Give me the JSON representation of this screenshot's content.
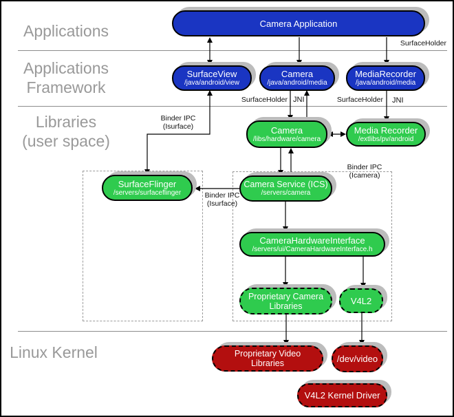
{
  "layers": {
    "applications": {
      "line1": "Applications"
    },
    "applications_framework": {
      "line1": "Applications",
      "line2": "Framework"
    },
    "libraries": {
      "line1": "Libraries",
      "line2": "(user space)"
    },
    "linux_kernel": {
      "line1": "Linux Kernel"
    }
  },
  "boxes": {
    "camera_application": {
      "title": "Camera Application"
    },
    "surface_view": {
      "title": "SurfaceView",
      "subtitle": "/java/android/view"
    },
    "camera_java": {
      "title": "Camera",
      "subtitle": "/java/android/media"
    },
    "media_recorder_java": {
      "title": "MediaRecorder",
      "subtitle": "/java/android/media"
    },
    "camera_native": {
      "title": "Camera",
      "subtitle": "/libs/hardware/camera"
    },
    "media_recorder_native": {
      "title": "Media Recorder",
      "subtitle": "/extlibs/pv/android"
    },
    "surface_flinger": {
      "title": "SurfaceFlinger",
      "subtitle": "/servers/surfaceflinger"
    },
    "camera_service": {
      "title": "Camera Service (ICS)",
      "subtitle": "/servers/camera"
    },
    "camera_hardware_interface": {
      "title": "CameraHardwareInterface",
      "subtitle": "/servers/ui/CameraHardwareInterface.h"
    },
    "proprietary_camera_libraries": {
      "title": "Proprietary Camera Libraries"
    },
    "v4l2": {
      "title": "V4L2"
    },
    "proprietary_video_libraries": {
      "title": "Proprietary Video Libraries"
    },
    "dev_video": {
      "title": "/dev/video"
    },
    "v4l2_kernel_driver": {
      "title": "V4L2 Kernel Driver"
    }
  },
  "edge_labels": {
    "surface_holder_top": "SurfaceHolder",
    "surface_holder_camera": "SurfaceHolder",
    "jni_camera": "JNI",
    "surface_holder_media": "SurfaceHolder",
    "jni_media": "JNI",
    "binder_ipc_isurface_upper": {
      "line1": "Binder IPC",
      "line2": "(Isurface)"
    },
    "binder_ipc_isurface_lower": {
      "line1": "Binder IPC",
      "line2": "(Isurface)"
    },
    "binder_ipc_icamera": {
      "line1": "Binder IPC",
      "line2": "(Icamera)"
    }
  },
  "colors": {
    "app_blue": "#1a35c2",
    "lib_green": "#2fcb4e",
    "kernel_red": "#b30f0f",
    "layer_label_gray": "#999999",
    "shadow_gray": "#bcbcbc"
  }
}
